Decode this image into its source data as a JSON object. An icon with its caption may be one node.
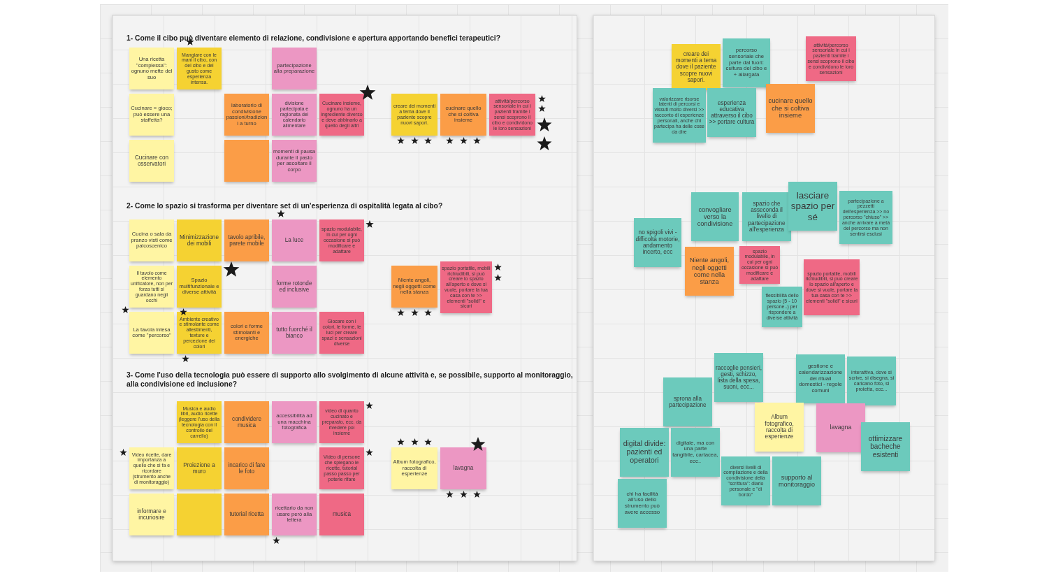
{
  "diagram": {
    "nodes": [
      {
        "text": [
          "Una ricetta \"complessa\": ognuno mette del suo"
        ]
      },
      {
        "text": [
          "Mangiare con le mani il cibo, con del cibo e del gusto come esperienza intensa."
        ]
      },
      {
        "text": [
          "partecipazione alla preparazione"
        ]
      },
      {
        "text": [
          "Cucinare = gioco; può essere una staffetta?"
        ]
      },
      {
        "text": [
          "laboratorio di condivisione passioni/tradizioni a turno"
        ]
      },
      {
        "text": [
          "divisione partecipata e ragionata del calendario alimentare"
        ]
      },
      {
        "text": [
          "Cucinare insieme, ognuno ha un ingrediente diverso e deve abbinarlo a quello degli altri"
        ]
      },
      {
        "text": [
          "Cucinare con osservatori"
        ]
      },
      {
        "text": [],
        "shape": "box"
      },
      {
        "text": [
          "momenti di pausa durante il pasto per ascoltare il corpo"
        ]
      },
      {
        "text": [
          "creare dei momenti a tema dove il paziente scopre nuovi sapori."
        ]
      },
      {
        "text": [
          "cucinare quello che si coltiva insieme"
        ]
      },
      {
        "text": [
          "attività/percorso sensoriale in cui i pazienti tramite i sensi scoprono il cibo e condividono le loro sensazioni"
        ]
      },
      {
        "text": [
          "Cucina o sala da pranzo visti come palcoscenico"
        ]
      },
      {
        "text": [
          "Minimizzazione dei mobili"
        ]
      },
      {
        "text": [
          "tavolo apribile, parete mobile"
        ]
      },
      {
        "text": [
          "La luce"
        ]
      },
      {
        "text": [
          "spazio modulabile, in cui per ogni occasione si può modificare e adattare"
        ]
      },
      {
        "text": [
          "Il tavolo come elemento unificatore, non per forza tutti si guardano negli occhi"
        ]
      },
      {
        "text": [
          "Spazio multifunzionale e diverse attività"
        ]
      },
      {
        "text": [
          "forme rotonde ed inclusive"
        ]
      },
      {
        "text": [
          "La tavola intesa come \"percorso\""
        ]
      },
      {
        "text": [
          "Ambiente creativo e stimolante come allestimenti, texture e percezione dei colori"
        ]
      },
      {
        "text": [
          "colori e forme stimolanti e energiche"
        ]
      },
      {
        "text": [
          "tutto fuorché il bianco"
        ]
      },
      {
        "text": [
          "Giocare con i colori, le forme, le luci per creare spazi e sensazioni diverse"
        ]
      },
      {
        "text": [
          "Niente angoli, negli oggetti come nella stanza"
        ]
      },
      {
        "text": [
          "spazio portatile, mobili richiudibili, si può creare lo spazio all'aperto e dove si vuole, portare la tua casa con te >> elementi \"solidi\" e sicuri"
        ]
      },
      {
        "text": [
          "Musica e audio libri, audio ricette (leggere l'uso della tecnologia con il controllo del carrello)"
        ]
      },
      {
        "text": [
          "condividere musica"
        ]
      },
      {
        "text": [
          "accessibilità ad una macchina fotografica"
        ]
      },
      {
        "text": [
          "video di quanto cucinato e preparato, ecc. da rivedere poi insieme"
        ]
      },
      {
        "text": [
          "Video ricette, dare importanza a quello che si fa e ricordare (strumento anche di monitoraggio)"
        ]
      },
      {
        "text": [
          "Proiezione a muro"
        ]
      },
      {
        "text": [
          "incarico di fare le foto"
        ]
      },
      {
        "text": [
          "Video di persone che spiegano le ricette, tutorial passo passo per poterle rifare"
        ]
      },
      {
        "text": [
          "informare e incuriosire"
        ]
      },
      {
        "text": [],
        "shape": "box"
      },
      {
        "text": [
          "tutorial ricetta"
        ]
      },
      {
        "text": [
          "ricettario da non usare però alla lettera"
        ]
      },
      {
        "text": [
          "musica"
        ]
      },
      {
        "text": [
          "Album fotografico, raccolta di esperienze"
        ]
      },
      {
        "text": [
          "lavagna"
        ]
      },
      {
        "text": [
          "creare dei momenti a tema dove il paziente scopre nuovi sapori."
        ]
      },
      {
        "text": [
          "percorso sensoriale che parte dal fuori: cultura del cibo e + allargata"
        ]
      },
      {
        "text": [
          "attività/percorso sensoriale in cui i pazienti tramite i sensi scoprono il cibo e condividono le loro sensazioni"
        ]
      },
      {
        "text": [
          "valorizzare risorse latenti di percorsi e vissuti molto diversi >> racconto di esperienze personali, anche chi partecipa ha delle cose da dire"
        ]
      },
      {
        "text": [
          "esperienza educativa attraverso il cibo >> portare cultura"
        ]
      },
      {
        "text": [
          "cucinare quello che si coltiva insieme"
        ]
      },
      {
        "text": [
          "no spigoli vivi - difficoltà motorie, andamento incerto, ecc"
        ]
      },
      {
        "text": [
          "convogliare verso la condivisione"
        ]
      },
      {
        "text": [
          "spazio che asseconda il livello di partecipazione all'esperienza"
        ]
      },
      {
        "text": [
          "lasciare spazio per sé"
        ]
      },
      {
        "text": [
          "partecipazione a pezzetti dell'esperienza >> no percorso \"chiuso\" >> anche arrivare a metà del percorso ma non sentirsi esclusi"
        ]
      },
      {
        "text": [
          "Niente angoli, negli oggetti come nella stanza"
        ]
      },
      {
        "text": [
          "spazio modulabile, in cui per ogni occasione si può modificare e adattare"
        ]
      },
      {
        "text": [
          "flessibilità dello spazio (5 - 10 persone..) per rispondere a diverse attività"
        ]
      },
      {
        "text": [
          "spazio portatile, mobili richiudibili, si può creare lo spazio all'aperto e dove si vuole, portare la tua casa con te >> elementi \"solidi\" e sicuri"
        ]
      },
      {
        "text": [
          "raccoglie pensieri, gesti, schizzo, lista della spesa, suoni, ecc..."
        ]
      },
      {
        "text": [
          "gestione e calendarizzazione dei rituali domestici - regole comuni"
        ]
      },
      {
        "text": [
          "interattiva, dove si scrive, si disegna, si caricano foto, si proietta, ecc..."
        ]
      },
      {
        "text": [
          "sprona alla partecipazione"
        ]
      },
      {
        "text": [
          "Album fotografico, raccolta di esperienze"
        ]
      },
      {
        "text": [
          "lavagna"
        ]
      },
      {
        "text": [
          "ottimizzare bacheche esistenti"
        ]
      },
      {
        "text": [
          "digital divide: pazienti ed operatori"
        ]
      },
      {
        "text": [
          "digitale, ma con una parte tangibile, cartacea, ecc.."
        ]
      },
      {
        "text": [
          "diversi livelli di compilazione e della condivisione della \"scrittura\": diario personale e \"di bordo\""
        ]
      },
      {
        "text": [
          "supporto al monitoraggio"
        ]
      },
      {
        "text": [
          "chi ha facilità all'uso dello strumento può avere accesso"
        ]
      }
    ],
    "edges": [],
    "labels": [
      "1- Come il cibo può diventare elemento di relazione, condivisione e apertura apportando benefici terapeutici?",
      "2- Come lo spazio si trasforma per diventare set di un'esperienza di ospitalità legata al cibo?",
      "3- Come l'uso della tecnologia può essere di supporto allo svolgimento di alcune attività e, se possibile, supporto al monitoraggio, alla condivisione ed inclusione?"
    ]
  }
}
